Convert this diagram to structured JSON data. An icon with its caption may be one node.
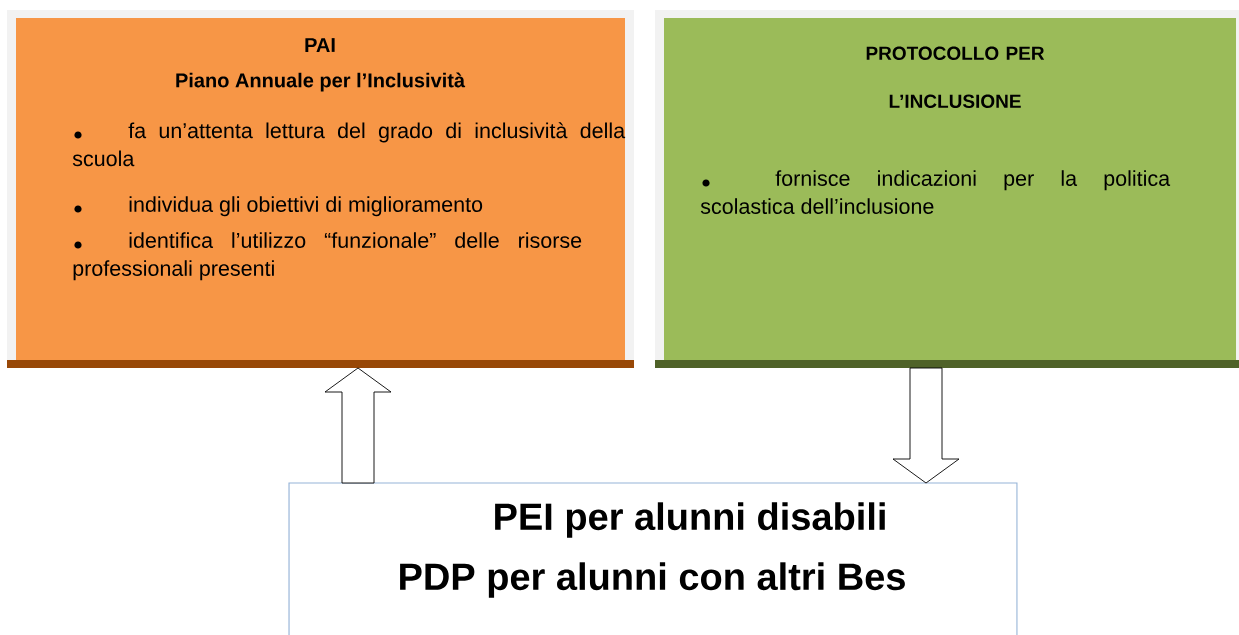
{
  "diagram": {
    "nodes": [
      {
        "text": [
          "PAI",
          "Piano Annuale per l’Inclusività",
          "fa un’attenta lettura del grado di inclusività della scuola",
          "individua gli obiettivi di miglioramento",
          "identifica l’utilizzo “funzionale” delle risorse professionali presenti"
        ]
      },
      {
        "text": [
          "PROTOCOLLO PER L’INCLUSIONE",
          "fornisce indicazioni per la politica scolastica dell’inclusione"
        ]
      },
      {
        "text": [
          "PEI per alunni disabili",
          "PDP per alunni con altri Bes"
        ]
      }
    ],
    "edges": [
      {
        "from": 2,
        "to": 0,
        "arrow": "to"
      },
      {
        "from": 1,
        "to": 2,
        "arrow": "to"
      }
    ]
  }
}
